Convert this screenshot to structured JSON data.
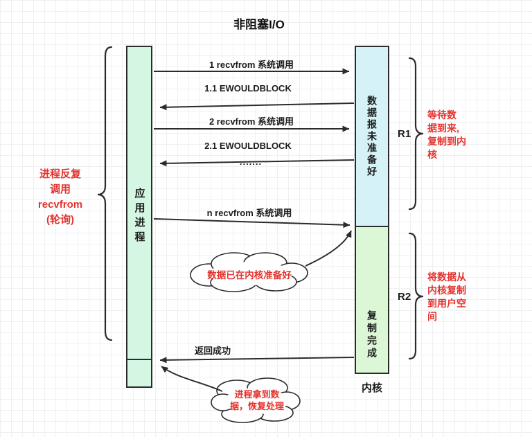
{
  "title": "非阻塞I/O",
  "left_annotation": "进程反复\n调用\nrecvfrom\n(轮询)",
  "app_process": {
    "label": "应用进程"
  },
  "kernel": {
    "not_ready_label": "数据报未准备好",
    "copy_done_label": "复制完成",
    "caption": "内核"
  },
  "arrows": {
    "call1": "1 recvfrom 系统调用",
    "ret1": "1.1 EWOULDBLOCK",
    "call2": "2 recvfrom 系统调用",
    "ret2": "2.1 EWOULDBLOCK",
    "dots": ".......",
    "calln": "n recvfrom 系统调用",
    "success": "返回成功"
  },
  "phases": {
    "r1": {
      "label": "R1",
      "note": "等待数\n据到来,\n复制到内\n核"
    },
    "r2": {
      "label": "R2",
      "note": "将数据从\n内核复制\n到用户空\n间"
    }
  },
  "clouds": {
    "ready": "数据已在内核准备好",
    "done": "进程拿到数\n据，恢复处理"
  },
  "colors": {
    "red": "#e5322d",
    "stroke": "#2b2b2b",
    "app_fill": "#d5f6e3",
    "kernel_not_ready_fill": "#d5f2f8",
    "kernel_copy_done_fill": "#dbf7d5"
  }
}
